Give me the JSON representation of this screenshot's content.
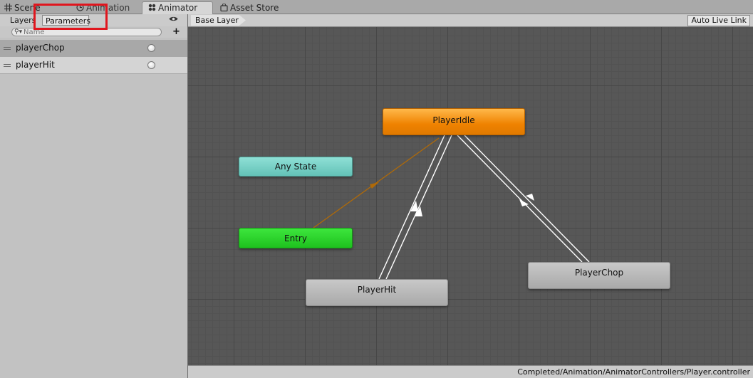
{
  "tabs": {
    "scene": {
      "label": "Scene",
      "icon": "grid-icon"
    },
    "animation": {
      "label": "Animation",
      "icon": "animation-clock-icon"
    },
    "animator": {
      "label": "Animator",
      "icon": "animator-nodes-icon"
    },
    "asset_store": {
      "label": "Asset Store",
      "icon": "shopping-bag-icon"
    }
  },
  "left_panel": {
    "tabs": {
      "layers": "Layers",
      "parameters": "Parameters"
    },
    "search_placeholder": "Name",
    "add_icon": "plus-icon",
    "parameters": [
      {
        "name": "playerChop",
        "type": "trigger",
        "selected": true
      },
      {
        "name": "playerHit",
        "type": "trigger",
        "selected": false
      }
    ],
    "highlight_color": "#e0161e"
  },
  "graph": {
    "breadcrumb": "Base Layer",
    "auto_live_link": "Auto Live Link",
    "states": {
      "player_idle": {
        "label": "PlayerIdle",
        "color": "#ef8200",
        "default": true
      },
      "any_state": {
        "label": "Any State",
        "color": "#63c2b7"
      },
      "entry": {
        "label": "Entry",
        "color": "#1ec11e"
      },
      "player_hit": {
        "label": "PlayerHit",
        "color": "#a9a9a9"
      },
      "player_chop": {
        "label": "PlayerChop",
        "color": "#a9a9a9"
      }
    },
    "transitions": [
      {
        "from": "Entry",
        "to": "PlayerIdle",
        "color": "#b06a08"
      },
      {
        "from": "PlayerHit",
        "to": "PlayerIdle",
        "color": "#ffffff"
      },
      {
        "from": "PlayerIdle",
        "to": "PlayerHit",
        "color": "#ffffff"
      },
      {
        "from": "PlayerIdle",
        "to": "PlayerChop",
        "color": "#ffffff"
      },
      {
        "from": "PlayerChop",
        "to": "PlayerIdle",
        "color": "#ffffff"
      }
    ],
    "status_path": "Completed/Animation/AnimatorControllers/Player.controller"
  }
}
